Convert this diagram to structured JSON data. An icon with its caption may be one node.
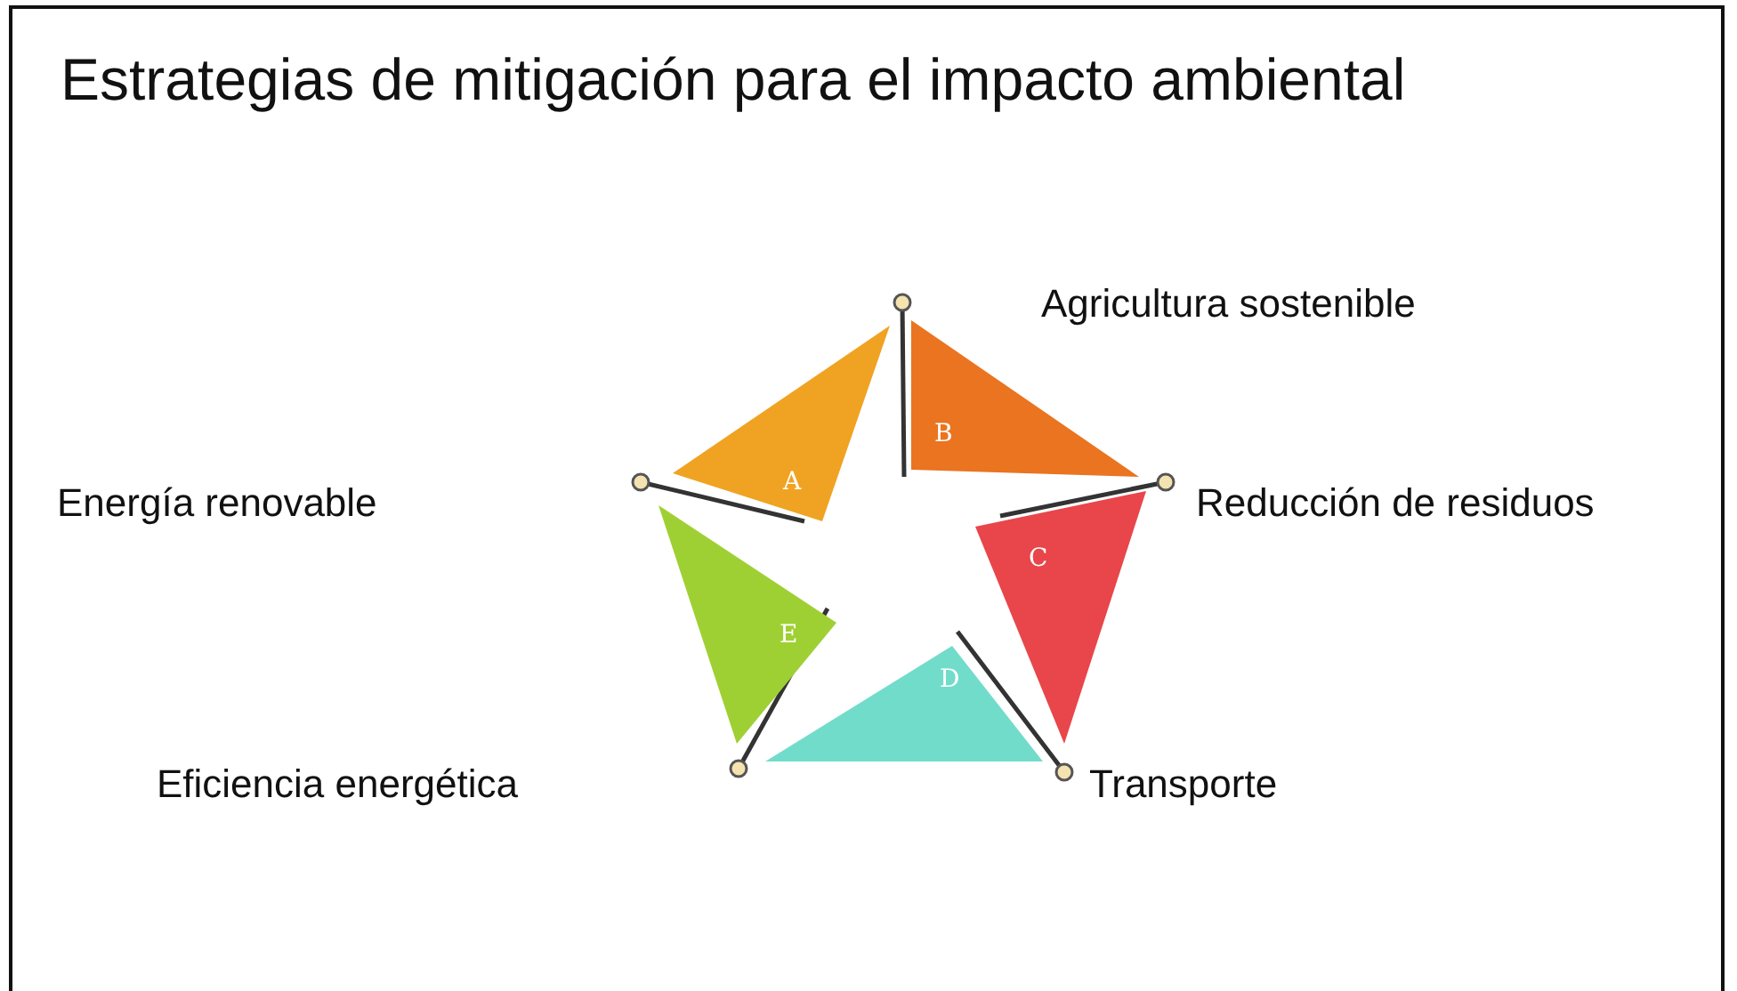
{
  "diagram": {
    "title": "Estrategias de mitigación para el impacto ambiental",
    "nodes": [
      {
        "text": [
          "A"
        ]
      },
      {
        "text": [
          "B"
        ],
        "beside": [
          "Agricultura sostenible"
        ]
      },
      {
        "text": [
          "C"
        ],
        "beside": [
          "Reducción de residuos"
        ]
      },
      {
        "text": [
          "D"
        ],
        "beside": [
          "Transporte"
        ]
      },
      {
        "text": [
          "E"
        ],
        "beside": [
          "Eficiencia energética"
        ]
      }
    ],
    "labels": [
      "Energía renovable"
    ]
  }
}
